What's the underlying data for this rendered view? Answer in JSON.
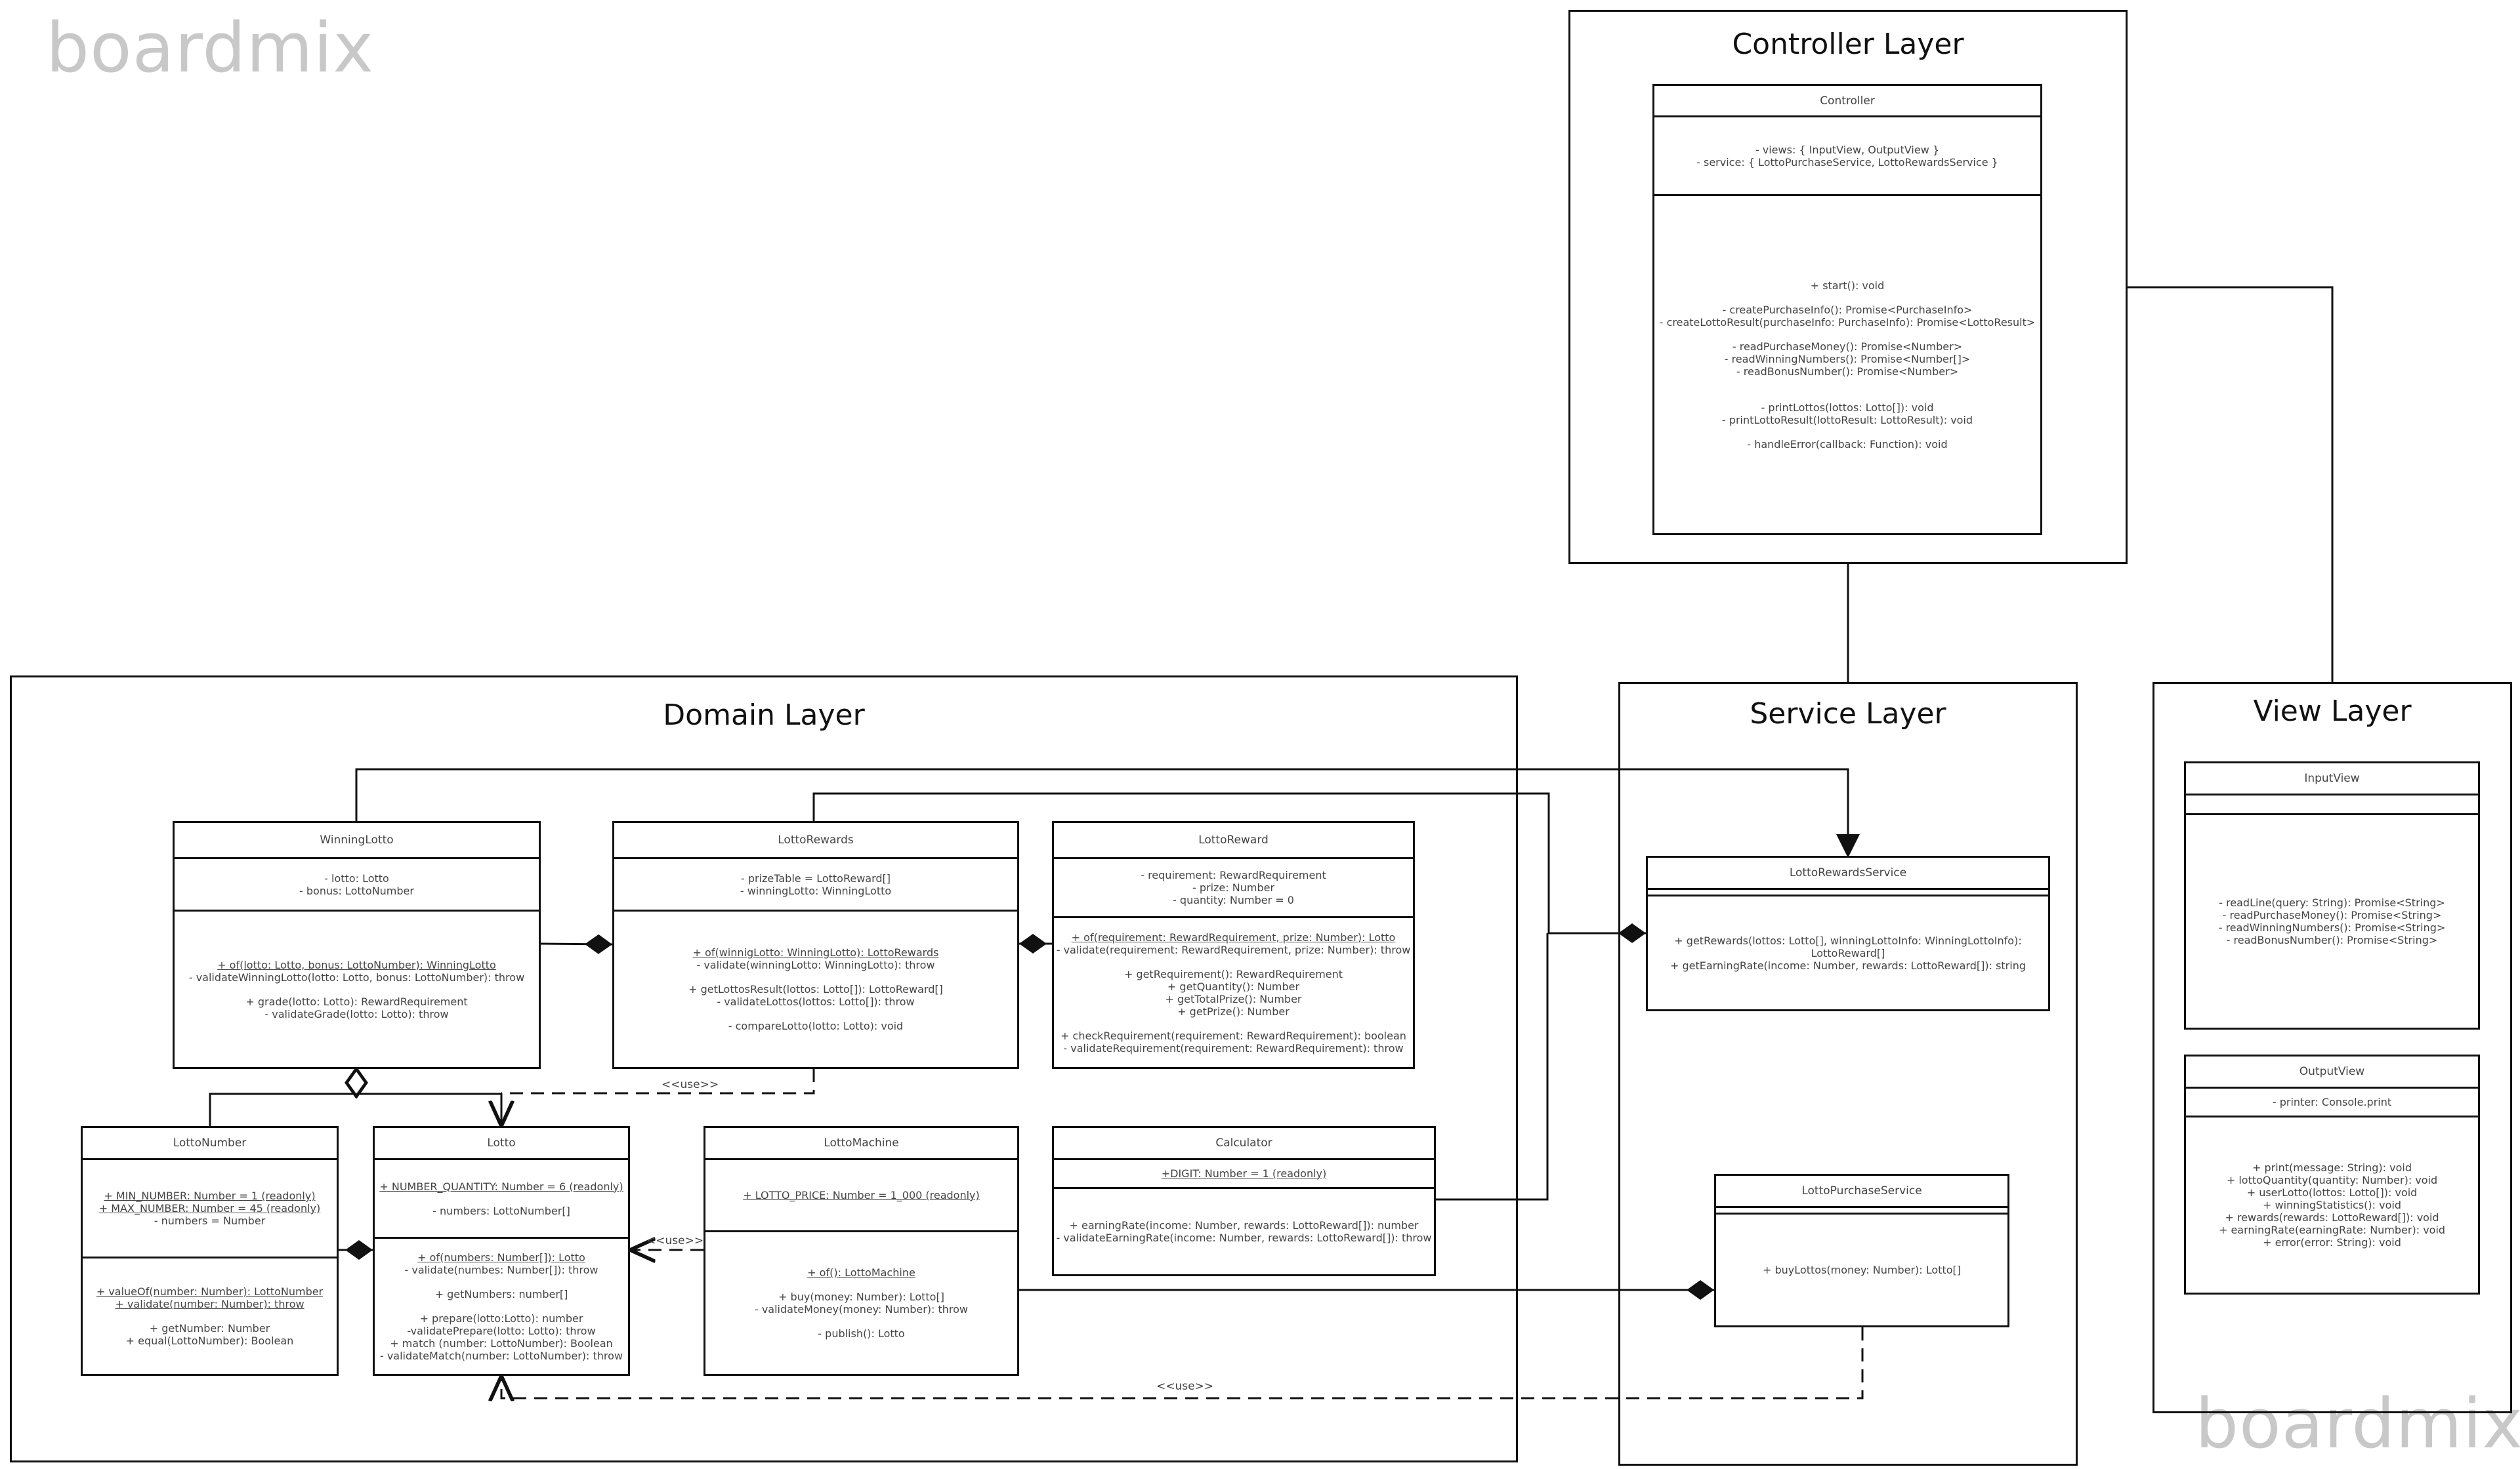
{
  "watermarks": [
    "boardmix",
    "boardmix"
  ],
  "layers": {
    "controller": "Controller Layer",
    "domain": "Domain Layer",
    "service": "Service Layer",
    "view": "View Layer"
  },
  "stereotypes": {
    "use1": "<<use>>",
    "use2": "<<use>>",
    "use3": "<<use>>"
  },
  "classes": {
    "controller": {
      "name": "Controller",
      "fields": [
        "- views: { InputView, OutputView }",
        "- service: { LottoPurchaseService, LottoRewardsService }"
      ],
      "methods": [
        "+ start(): void",
        "",
        "- createPurchaseInfo(): Promise<PurchaseInfo>",
        "- createLottoResult(purchaseInfo: PurchaseInfo): Promise<LottoResult>",
        "",
        "- readPurchaseMoney(): Promise<Number>",
        "- readWinningNumbers(): Promise<Number[]>",
        "- readBonusNumber(): Promise<Number>",
        "",
        "",
        "- printLottos(lottos: Lotto[]): void",
        "- printLottoResult(lottoResult: LottoResult): void",
        "",
        "- handleError(callback: Function): void"
      ]
    },
    "winningLotto": {
      "name": "WinningLotto",
      "fields": [
        "- lotto: Lotto",
        "- bonus: LottoNumber"
      ],
      "static_methods": [
        "+ of(lotto: Lotto, bonus: LottoNumber): WinningLotto"
      ],
      "methods": [
        "- validateWinningLotto(lotto: Lotto, bonus: LottoNumber): throw",
        "",
        "+ grade(lotto: Lotto): RewardRequirement",
        "- validateGrade(lotto: Lotto): throw"
      ]
    },
    "lottoRewards": {
      "name": "LottoRewards",
      "fields": [
        "- prizeTable = LottoReward[]",
        "- winningLotto: WinningLotto"
      ],
      "static_methods": [
        "+ of(winnigLotto: WinningLotto): LottoRewards"
      ],
      "methods": [
        "- validate(winningLotto: WinningLotto): throw",
        "",
        "+ getLottosResult(lottos: Lotto[]): LottoReward[]",
        "- validateLottos(lottos: Lotto[]): throw",
        "",
        "- compareLotto(lotto: Lotto): void"
      ]
    },
    "lottoReward": {
      "name": "LottoReward",
      "fields": [
        "- requirement: RewardRequirement",
        "- prize: Number",
        "- quantity: Number = 0"
      ],
      "static_methods": [
        "+ of(requirement: RewardRequirement, prize: Number): Lotto"
      ],
      "methods": [
        "- validate(requirement: RewardRequirement, prize: Number): throw",
        "",
        "+ getRequirement(): RewardRequirement",
        "+ getQuantity(): Number",
        "+ getTotalPrize(): Number",
        "+ getPrize(): Number",
        "",
        "+ checkRequirement(requirement: RewardRequirement): boolean",
        "- validateRequirement(requirement: RewardRequirement): throw"
      ]
    },
    "lottoNumber": {
      "name": "LottoNumber",
      "static_fields": [
        "+ MIN_NUMBER: Number = 1 (readonly)",
        "+ MAX_NUMBER: Number = 45 (readonly)"
      ],
      "fields": [
        "- numbers = Number"
      ],
      "static_methods": [
        "+ valueOf(number: Number): LottoNumber",
        "+ validate(number: Number): throw"
      ],
      "methods": [
        "",
        "+ getNumber: Number",
        "+ equal(LottoNumber): Boolean"
      ]
    },
    "lotto": {
      "name": "Lotto",
      "static_fields": [
        "+ NUMBER_QUANTITY: Number = 6 (readonly)"
      ],
      "fields": [
        "- numbers: LottoNumber[]"
      ],
      "static_methods": [
        "+ of(numbers: Number[]): Lotto"
      ],
      "methods": [
        "- validate(numbes: Number[]): throw",
        "",
        "+ getNumbers: number[]",
        "",
        "+ prepare(lotto:Lotto): number",
        "-validatePrepare(lotto: Lotto): throw",
        "+ match (number: LottoNumber): Boolean",
        "- validateMatch(number: LottoNumber): throw"
      ]
    },
    "lottoMachine": {
      "name": "LottoMachine",
      "static_fields": [
        "+ LOTTO_PRICE: Number = 1_000 (readonly)"
      ],
      "static_methods": [
        "+ of(): LottoMachine"
      ],
      "methods": [
        "",
        "+ buy(money: Number): Lotto[]",
        "- validateMoney(money: Number): throw",
        "",
        "- publish(): Lotto"
      ]
    },
    "calculator": {
      "name": "Calculator",
      "static_fields": [
        "+DIGIT: Number = 1 (readonly)"
      ],
      "methods": [
        "+ earningRate(income: Number, rewards: LottoReward[]): number",
        "- validateEarningRate(income: Number, rewards: LottoReward[]): throw"
      ]
    },
    "lottoRewardsService": {
      "name": "LottoRewardsService",
      "methods": [
        "+ getRewards(lottos: Lotto[], winningLottoInfo: WinningLottoInfo):",
        "LottoReward[]",
        "+ getEarningRate(income: Number, rewards: LottoReward[]): string"
      ]
    },
    "lottoPurchaseService": {
      "name": "LottoPurchaseService",
      "methods": [
        "+ buyLottos(money: Number): Lotto[]"
      ]
    },
    "inputView": {
      "name": "InputView",
      "methods": [
        "- readLine(query: String): Promise<String>",
        "- readPurchaseMoney(): Promise<String>",
        "- readWinningNumbers(): Promise<String>",
        "- readBonusNumber(): Promise<String>"
      ]
    },
    "outputView": {
      "name": "OutputView",
      "fields": [
        "- printer: Console.print"
      ],
      "methods": [
        "+ print(message: String): void",
        "+ lottoQuantity(quantity: Number): void",
        "+ userLotto(lottos: Lotto[]): void",
        "+ winningStatistics(): void",
        "+ rewards(rewards: LottoReward[]): void",
        "+ earningRate(earningRate: Number): void",
        "+ error(error: String): void"
      ]
    }
  }
}
